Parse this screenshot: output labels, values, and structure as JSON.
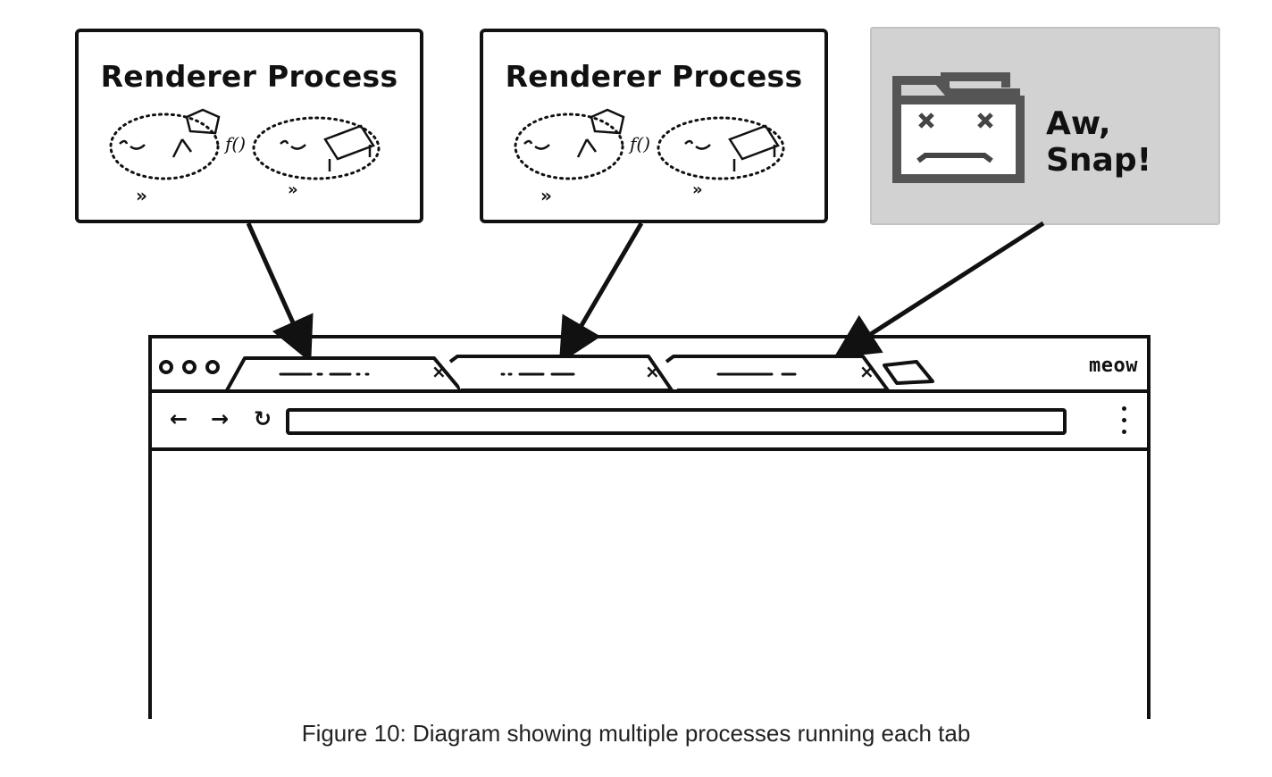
{
  "processes": [
    {
      "title": "Renderer Process",
      "art": "renderer-sketch"
    },
    {
      "title": "Renderer Process",
      "art": "renderer-sketch"
    },
    {
      "title": "Aw, Snap!",
      "art": "sad-folder-icon",
      "crashed": true
    }
  ],
  "browser": {
    "tabs": [
      {
        "close_label": "×",
        "icon": "close-icon"
      },
      {
        "close_label": "×",
        "icon": "close-icon"
      },
      {
        "close_label": "×",
        "icon": "close-icon"
      }
    ],
    "profile_label": "meow",
    "nav": {
      "back": "←",
      "forward": "→",
      "reload": "↻"
    }
  },
  "caption": "Figure 10: Diagram showing multiple processes running each tab",
  "colors": {
    "ink": "#111111",
    "crash_background": "#d2d2d2"
  }
}
